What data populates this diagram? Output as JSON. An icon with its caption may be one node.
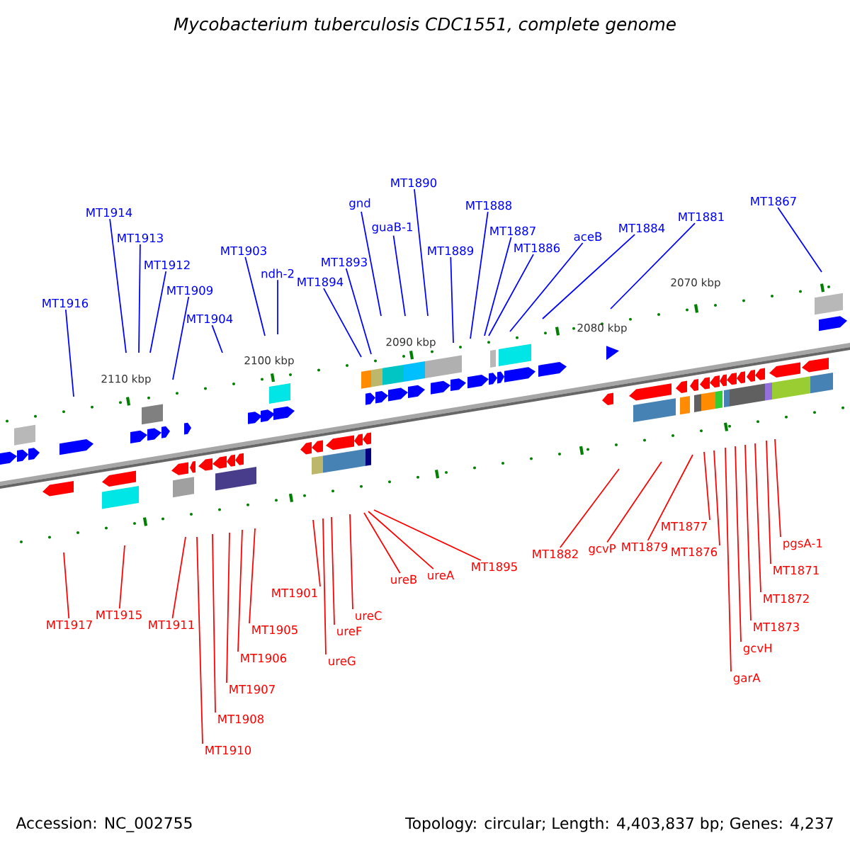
{
  "diagram": {
    "title": "Mycobacterium tuberculosis CDC1551, complete genome",
    "nodes": [
      {
        "text": [
          "MT1916"
        ]
      },
      {
        "text": [
          "MT1914"
        ]
      },
      {
        "text": [
          "MT1913"
        ]
      },
      {
        "text": [
          "MT1912"
        ]
      },
      {
        "text": [
          "MT1909"
        ]
      },
      {
        "text": [
          "MT1904"
        ]
      },
      {
        "text": [
          "MT1903"
        ]
      },
      {
        "text": [
          "ndh-2"
        ]
      },
      {
        "text": [
          "MT1894"
        ]
      },
      {
        "text": [
          "MT1893"
        ]
      },
      {
        "text": [
          "gnd"
        ]
      },
      {
        "text": [
          "guaB-1"
        ]
      },
      {
        "text": [
          "MT1890"
        ]
      },
      {
        "text": [
          "MT1889"
        ]
      },
      {
        "text": [
          "MT1888"
        ]
      },
      {
        "text": [
          "MT1887"
        ]
      },
      {
        "text": [
          "MT1886"
        ]
      },
      {
        "text": [
          "aceB"
        ]
      },
      {
        "text": [
          "MT1884"
        ]
      },
      {
        "text": [
          "MT1881"
        ]
      },
      {
        "text": [
          "MT1867"
        ]
      },
      {
        "text": [
          "MT1917"
        ]
      },
      {
        "text": [
          "MT1915"
        ]
      },
      {
        "text": [
          "MT1911"
        ]
      },
      {
        "text": [
          "MT1905"
        ]
      },
      {
        "text": [
          "MT1906"
        ]
      },
      {
        "text": [
          "MT1907"
        ]
      },
      {
        "text": [
          "MT1908"
        ]
      },
      {
        "text": [
          "MT1910"
        ]
      },
      {
        "text": [
          "MT1901"
        ]
      },
      {
        "text": [
          "ureC"
        ]
      },
      {
        "text": [
          "ureF"
        ]
      },
      {
        "text": [
          "ureG"
        ]
      },
      {
        "text": [
          "ureB"
        ]
      },
      {
        "text": [
          "ureA"
        ]
      },
      {
        "text": [
          "MT1895"
        ]
      },
      {
        "text": [
          "MT1882"
        ]
      },
      {
        "text": [
          "gcvP"
        ]
      },
      {
        "text": [
          "MT1879"
        ]
      },
      {
        "text": [
          "MT1877"
        ]
      },
      {
        "text": [
          "MT1876"
        ]
      },
      {
        "text": [
          "pgsA-1"
        ]
      },
      {
        "text": [
          "MT1871"
        ]
      },
      {
        "text": [
          "MT1872"
        ]
      },
      {
        "text": [
          "MT1873"
        ]
      },
      {
        "text": [
          "gcvH"
        ]
      },
      {
        "text": [
          "garA"
        ]
      }
    ],
    "edges": [
      {
        "from": 0,
        "to": null,
        "arrow": "none",
        "color": "#0000ff"
      },
      {
        "from": 1,
        "to": null,
        "arrow": "none",
        "color": "#0000ff"
      },
      {
        "from": 2,
        "to": null,
        "arrow": "none",
        "color": "#0000ff"
      },
      {
        "from": 3,
        "to": null,
        "arrow": "none",
        "color": "#0000ff"
      },
      {
        "from": 4,
        "to": null,
        "arrow": "none",
        "color": "#0000ff"
      },
      {
        "from": 5,
        "to": null,
        "arrow": "none",
        "color": "#0000ff"
      },
      {
        "from": 6,
        "to": null,
        "arrow": "none",
        "color": "#0000ff"
      },
      {
        "from": 7,
        "to": null,
        "arrow": "none",
        "color": "#0000ff"
      },
      {
        "from": 8,
        "to": null,
        "arrow": "none",
        "color": "#0000ff"
      },
      {
        "from": 9,
        "to": null,
        "arrow": "none",
        "color": "#0000ff"
      },
      {
        "from": 10,
        "to": null,
        "arrow": "none",
        "color": "#0000ff"
      },
      {
        "from": 11,
        "to": null,
        "arrow": "none",
        "color": "#0000ff"
      },
      {
        "from": 12,
        "to": null,
        "arrow": "none",
        "color": "#0000ff"
      },
      {
        "from": 13,
        "to": null,
        "arrow": "none",
        "color": "#0000ff"
      },
      {
        "from": 14,
        "to": null,
        "arrow": "none",
        "color": "#0000ff"
      },
      {
        "from": 15,
        "to": null,
        "arrow": "none",
        "color": "#0000ff"
      },
      {
        "from": 16,
        "to": null,
        "arrow": "none",
        "color": "#0000ff"
      },
      {
        "from": 17,
        "to": null,
        "arrow": "none",
        "color": "#0000ff"
      },
      {
        "from": 18,
        "to": null,
        "arrow": "none",
        "color": "#0000ff"
      },
      {
        "from": 19,
        "to": null,
        "arrow": "none",
        "color": "#0000ff"
      },
      {
        "from": 20,
        "to": null,
        "arrow": "none",
        "color": "#0000ff"
      },
      {
        "from": 21,
        "to": null,
        "arrow": "none"
      },
      {
        "from": 22,
        "to": null,
        "arrow": "none"
      },
      {
        "from": 23,
        "to": null,
        "arrow": "none"
      },
      {
        "from": 24,
        "to": null,
        "arrow": "none"
      },
      {
        "from": 25,
        "to": null,
        "arrow": "none"
      },
      {
        "from": 26,
        "to": null,
        "arrow": "none"
      },
      {
        "from": 27,
        "to": null,
        "arrow": "none"
      },
      {
        "from": 28,
        "to": null,
        "arrow": "none"
      },
      {
        "from": 29,
        "to": null,
        "arrow": "none"
      },
      {
        "from": 30,
        "to": null,
        "arrow": "none"
      },
      {
        "from": 31,
        "to": null,
        "arrow": "none"
      },
      {
        "from": 32,
        "to": null,
        "arrow": "none"
      },
      {
        "from": 33,
        "to": null,
        "arrow": "none"
      },
      {
        "from": 34,
        "to": null,
        "arrow": "none"
      },
      {
        "from": 35,
        "to": null,
        "arrow": "none"
      },
      {
        "from": 36,
        "to": null,
        "arrow": "none"
      },
      {
        "from": 37,
        "to": null,
        "arrow": "none"
      },
      {
        "from": 38,
        "to": null,
        "arrow": "none"
      },
      {
        "from": 39,
        "to": null,
        "arrow": "none"
      },
      {
        "from": 40,
        "to": null,
        "arrow": "none"
      },
      {
        "from": 41,
        "to": null,
        "arrow": "none"
      },
      {
        "from": 42,
        "to": null,
        "arrow": "none"
      },
      {
        "from": 43,
        "to": null,
        "arrow": "none"
      },
      {
        "from": 44,
        "to": null,
        "arrow": "none"
      },
      {
        "from": 45,
        "to": null,
        "arrow": "none"
      },
      {
        "from": 46,
        "to": null,
        "arrow": "none"
      }
    ],
    "labels": [
      "2070 kbp",
      "2080 kbp",
      "2090 kbp",
      "2100 kbp",
      "2110 kbp",
      "Accession: NC_002755",
      "Topology: circular; Length: 4,403,837 bp; Genes: 4,237"
    ]
  }
}
